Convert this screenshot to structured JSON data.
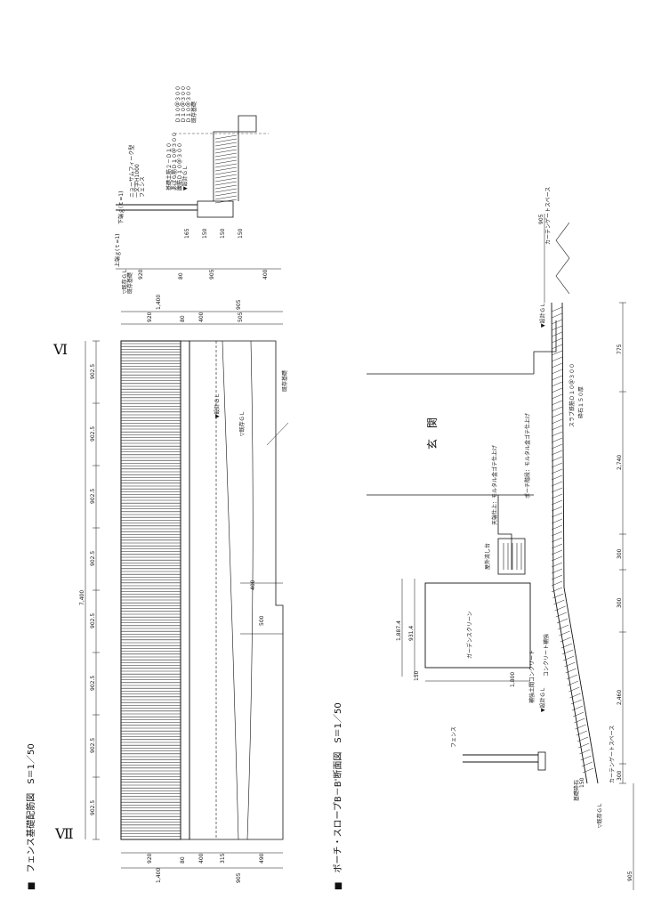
{
  "titles": {
    "fence_plan": "■　フェンス基礎配筋図　S＝1／50",
    "porch_section": "■　ポーチ・スロープB－B'断面図　S＝1／50"
  },
  "roman": {
    "left": "Ⅶ",
    "right": "Ⅵ"
  },
  "fence_plan": {
    "overall": "7,400",
    "segments": [
      "902.5",
      "902.5",
      "902.5",
      "902.5",
      "902.5",
      "902.5",
      "902.5",
      "902.5"
    ],
    "left_dims": [
      "920",
      "80",
      "400",
      "315",
      "490",
      "1,400",
      "905"
    ],
    "right_dims": [
      "920",
      "80",
      "400",
      "505",
      "1,400",
      "905"
    ],
    "notch_dims": [
      "400",
      "500"
    ],
    "labels": {
      "design_gl": "▼設計ＧＬ",
      "existing_gl": "▽既存ＧＬ",
      "existing_foundation": "既存基礎"
    }
  },
  "fence_section": {
    "labels": [
      "ニューサムフィーク型",
      "一文字H1000",
      "フェンス",
      "基礎土筋２－Ｄ１０",
      "あばら筋Ｄ１０＠３００",
      "腹筋Ｄ１０＠３００",
      "▼設計ＧＬ",
      "Ｄ１０＠３００",
      "Ｄ１０＠３００",
      "Ｄ１０＠３００",
      "既存基礎",
      "上端ｇ(ｔ=1)",
      "下端ｇ(ｔ=1)",
      "▽既存ＧＬ",
      "既存基礎"
    ],
    "dims": [
      "920",
      "80",
      "905",
      "400",
      "165",
      "150",
      "150",
      "150"
    ]
  },
  "porch_section": {
    "labels": {
      "genkan": "玄　関",
      "porch_step": "ポーチ階段：モルタル金ゴテ仕上げ",
      "top_wall": "天端仕上：モルタル金ゴテ仕上げ",
      "outdoor_sink": "屋外流し台",
      "garden_screen": "ガーデンスクリーン",
      "concrete_block": "コンクリート補強",
      "concrete_top": "補強土間コンクリート",
      "design_gl_left": "▼設計ＧＬ",
      "design_gl_right": "▼設計ＧＬ",
      "existing_gl": "▽既存ＧＬ",
      "slab_rebar": "スラブ鉄筋Ｄ１０＠３００",
      "crushed_stone": "砕石１５０厚",
      "fence": "フェンス",
      "bearing_bed": "基礎砕石",
      "cargate_space_left": "カーテンゲートスペース",
      "cargate_space_right": "カーテンゲートスペース"
    },
    "dims": {
      "top_right": "905",
      "gs_height1": "1,887.4",
      "gs_height2": "931.4",
      "gs_width": "1,800",
      "bottom": [
        "300",
        "2,460",
        "300",
        "300",
        "2,740",
        "775"
      ],
      "bottom_left": "905",
      "small_left": [
        "150",
        "150"
      ]
    }
  }
}
